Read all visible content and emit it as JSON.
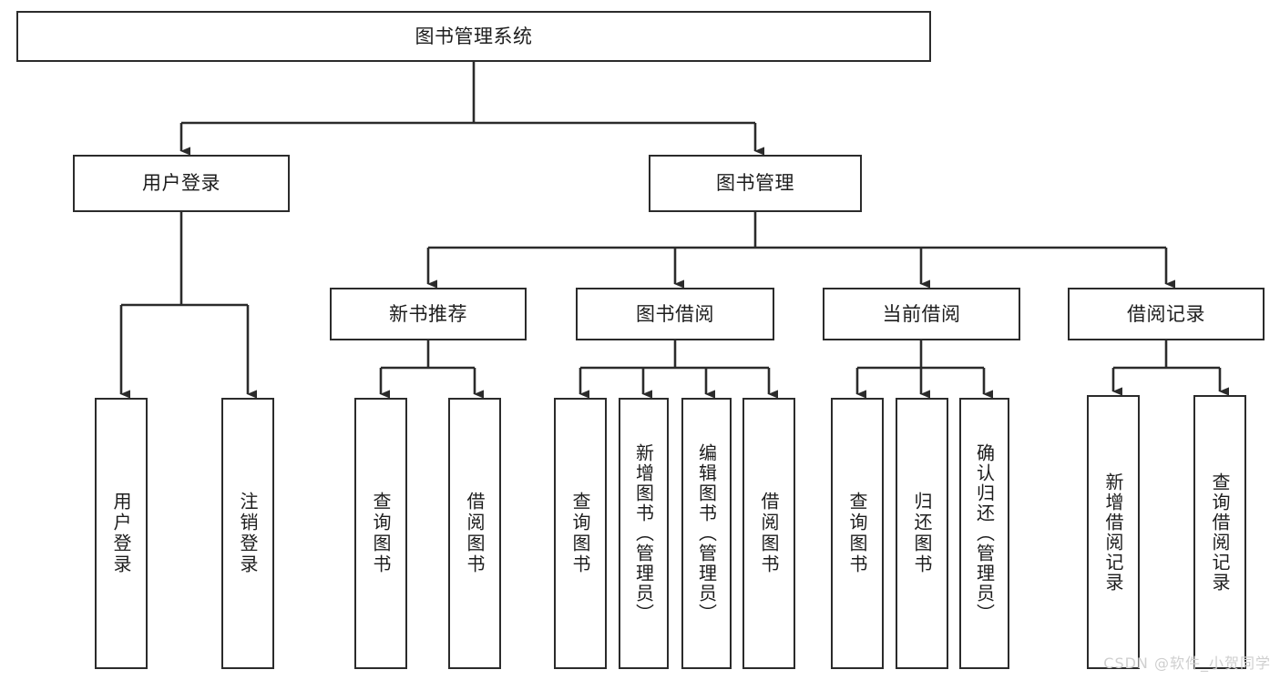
{
  "diagram": {
    "title": "图书管理系统",
    "root": {
      "id": "root",
      "label": "图书管理系统"
    },
    "level1": [
      {
        "id": "user-login",
        "label": "用户登录"
      },
      {
        "id": "book-manage",
        "label": "图书管理"
      }
    ],
    "level2": [
      {
        "id": "new-book-recommend",
        "label": "新书推荐",
        "parent": "book-manage"
      },
      {
        "id": "book-borrow",
        "label": "图书借阅",
        "parent": "book-manage"
      },
      {
        "id": "current-borrow",
        "label": "当前借阅",
        "parent": "book-manage"
      },
      {
        "id": "borrow-record",
        "label": "借阅记录",
        "parent": "book-manage"
      }
    ],
    "leaves": [
      {
        "id": "leaf-user-login",
        "label": "用户登录",
        "parent": "user-login"
      },
      {
        "id": "leaf-logout",
        "label": "注销登录",
        "parent": "user-login"
      },
      {
        "id": "leaf-query-book-1",
        "label": "查询图书",
        "parent": "new-book-recommend"
      },
      {
        "id": "leaf-borrow-book-1",
        "label": "借阅图书",
        "parent": "new-book-recommend"
      },
      {
        "id": "leaf-query-book-2",
        "label": "查询图书",
        "parent": "book-borrow"
      },
      {
        "id": "leaf-add-book",
        "label": "新增图书（管理员）",
        "parent": "book-borrow"
      },
      {
        "id": "leaf-edit-book",
        "label": "编辑图书（管理员）",
        "parent": "book-borrow"
      },
      {
        "id": "leaf-borrow-book-2",
        "label": "借阅图书",
        "parent": "book-borrow"
      },
      {
        "id": "leaf-query-book-3",
        "label": "查询图书",
        "parent": "current-borrow"
      },
      {
        "id": "leaf-return-book",
        "label": "归还图书",
        "parent": "current-borrow"
      },
      {
        "id": "leaf-confirm-return",
        "label": "确认归还（管理员）",
        "parent": "current-borrow"
      },
      {
        "id": "leaf-add-record",
        "label": "新增借阅记录",
        "parent": "borrow-record"
      },
      {
        "id": "leaf-query-record",
        "label": "查询借阅记录",
        "parent": "borrow-record"
      }
    ],
    "colors": {
      "stroke": "#2b2b2b",
      "fill": "#ffffff",
      "text": "#1d1d1d",
      "watermark": "#cfcfcf"
    }
  },
  "watermark": {
    "text": "CSDN @软件_小贺同学"
  }
}
